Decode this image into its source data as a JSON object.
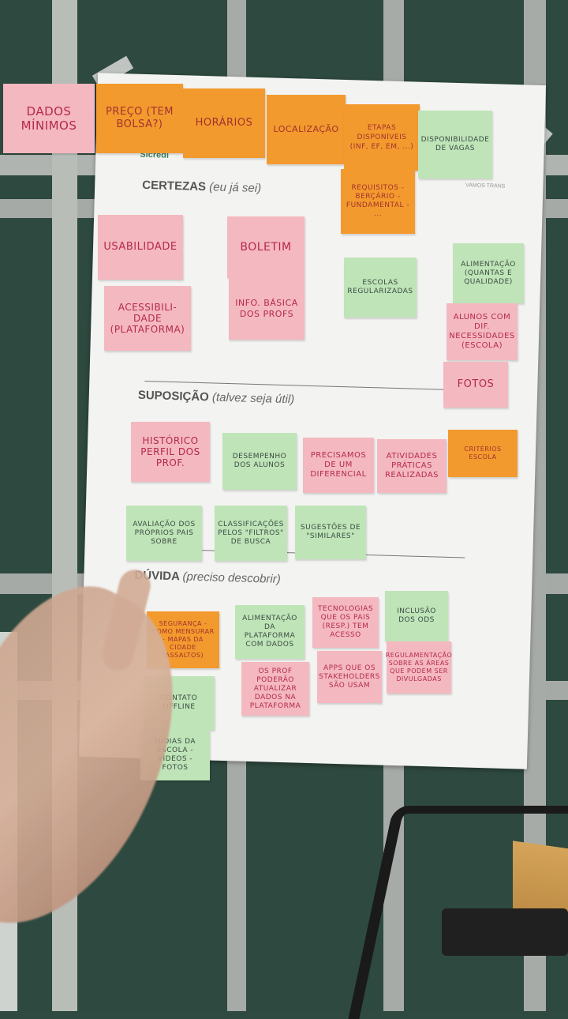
{
  "board": {
    "logo": "Sicredi",
    "logo_right": "VAMOS TRANS",
    "sections": {
      "certezas": {
        "title": "CERTEZAS",
        "sub": "(eu já sei)"
      },
      "suposicao": {
        "title": "SUPOSIÇÃO",
        "sub": "(talvez seja útil)"
      },
      "duvida": {
        "title": "DÚVIDA",
        "sub": "(preciso descobrir)"
      }
    }
  },
  "top_notes": [
    {
      "text": "DADOS MÍNIMOS",
      "color": "pink"
    },
    {
      "text": "PREÇO (TEM BOLSA?)",
      "color": "orange"
    },
    {
      "text": "HORÁRIOS",
      "color": "orange"
    },
    {
      "text": "LOCALIZAÇÃO",
      "color": "orange"
    },
    {
      "text": "ETAPAS DISPONÍVEIS (INF, EF, EM, ...)",
      "color": "orange"
    },
    {
      "text": "DISPONIBILIDADE DE VAGAS",
      "color": "green"
    }
  ],
  "notes": {
    "requisitos": "REQUISITOS - BERÇÁRIO - FUNDAMENTAL - ...",
    "usabilidade": "USABILIDADE",
    "boletim": "BOLETIM",
    "acessibilidade": "ACESSIBILI-DADE (PLATAFORMA)",
    "info_basica": "INFO. BÁSICA DOS PROFS",
    "escolas": "Escolas Regularizadas",
    "alimentacao": "ALIMENTAÇÃO (QUANTAS E QUALIDADE)",
    "alunos": "ALUNOS COM DIF. NECESSIDADES (ESCOLA)",
    "fotos": "FOTOS",
    "historico": "HISTÓRICO PERFIL DOS PROF.",
    "desempenho": "DESEMPENHO DOS ALUNOS",
    "precisamos": "PRECISAMOS DE UM DIFERENCIAL",
    "atividades": "ATIVIDADES PRÁTICAS REALIZADAS",
    "criterios": "CRITÉRIOS ESCOLA",
    "avaliacao": "AVALIAÇÃO DOS PRÓPRIOS PAIS SOBRE",
    "classificacoes": "CLASSIFICAÇÕES PELOS \"FILTROS\" DE BUSCA",
    "sugestoes": "SUGESTÕES DE \"SIMILARES\"",
    "seguranca": "SEGURANÇA - COMO MENSURAR - MAPAS DA CIDADE (ASSALTOS)",
    "alimentacao_plataforma": "Alimentação da plataforma com dados",
    "tecnologias": "TECNOLOGIAS QUE OS PAIS (RESP.) TEM ACESSO",
    "inclusao": "INCLUSÃO DOS ODS",
    "os_prof": "OS PROF PODERÃO ATUALIZAR DADOS NA PLATAFORMA",
    "apps": "APPS QUE OS STAKEHOLDERS SÃO USAM",
    "regulamentacao": "REGULAMENTAÇÃO SOBRE AS ÁREAS QUE PODEM SER DIVULGADAS",
    "contato": "CONTATO OFFLINE",
    "midias": "MÍDIAS DA ESCOLA - VÍDEOS - FOTOS"
  }
}
